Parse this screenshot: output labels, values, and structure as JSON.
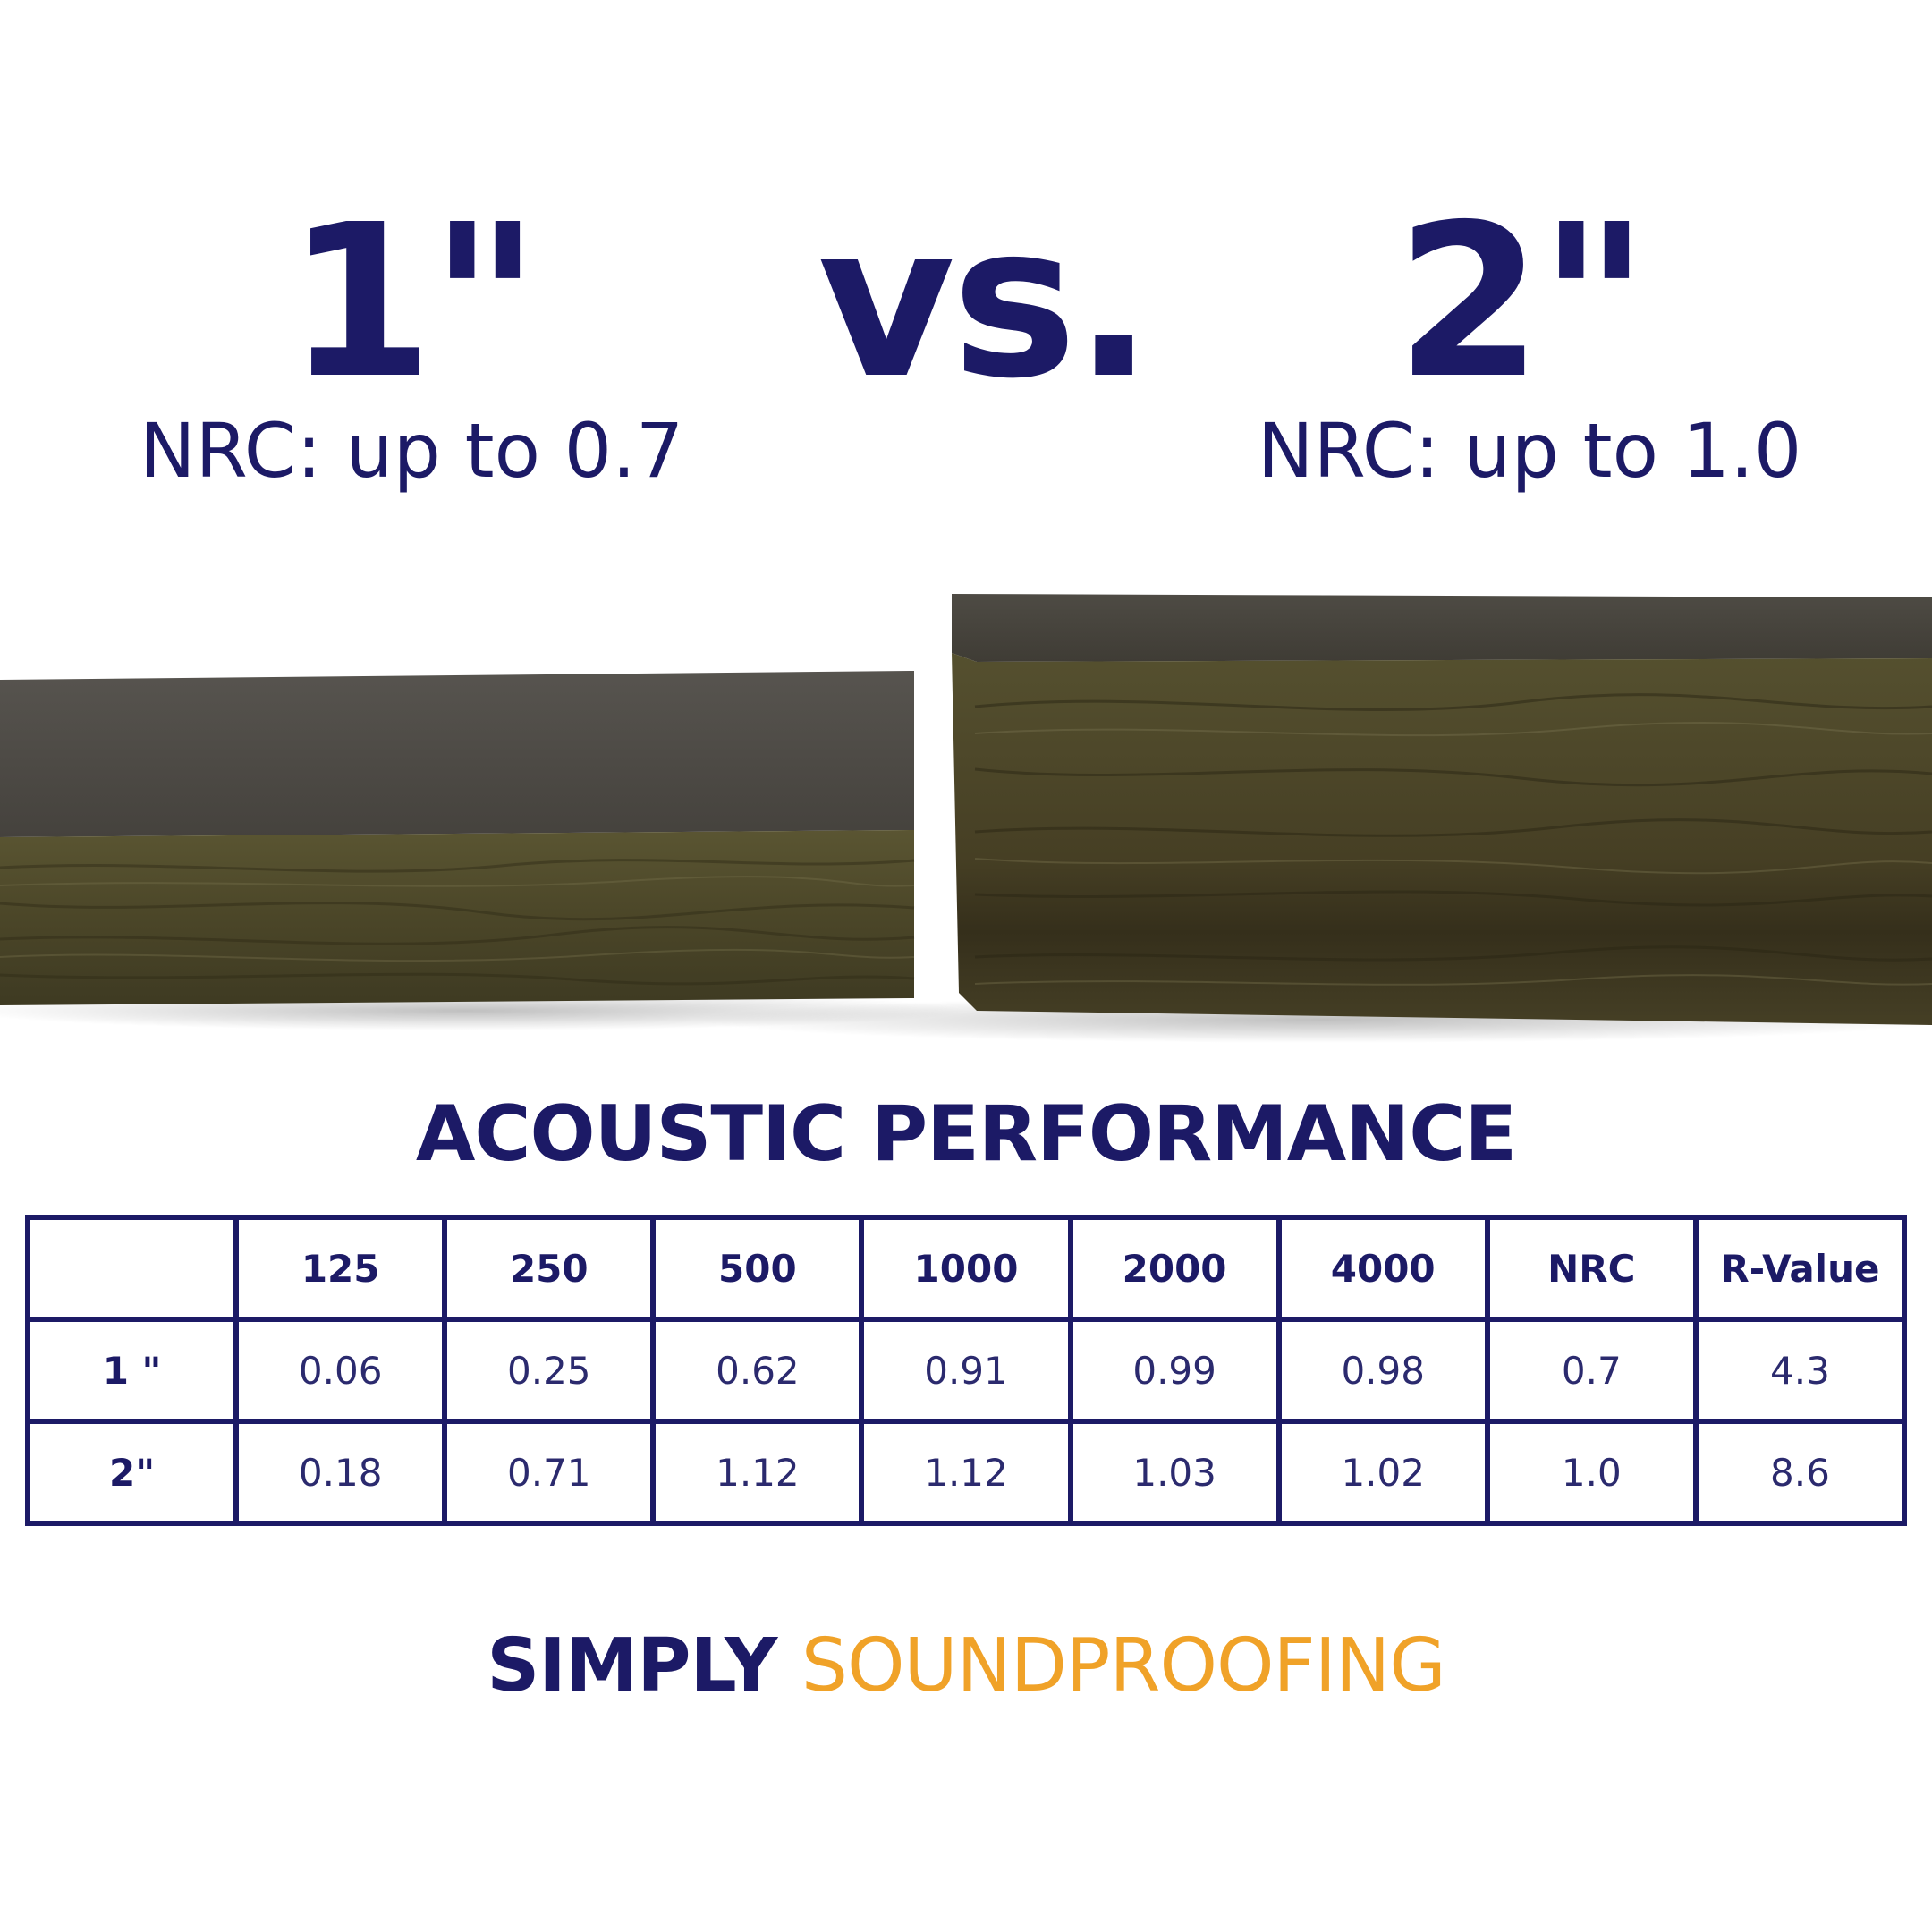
{
  "headline": {
    "left_size": "1\"",
    "vs": "vs.",
    "right_size": "2\"",
    "left_nrc": "NRC: up to 0.7",
    "right_nrc": "NRC: up to 1.0"
  },
  "section_title": "ACOUSTIC PERFORMANCE",
  "table": {
    "headers": [
      "",
      "125",
      "250",
      "500",
      "1000",
      "2000",
      "4000",
      "NRC",
      "R-Value"
    ],
    "rows": [
      {
        "label": "1 \"",
        "values": [
          "0.06",
          "0.25",
          "0.62",
          "0.91",
          "0.99",
          "0.98",
          "0.7",
          "4.3"
        ]
      },
      {
        "label": "2\"",
        "values": [
          "0.18",
          "0.71",
          "1.12",
          "1.12",
          "1.03",
          "1.02",
          "1.0",
          "8.6"
        ]
      }
    ]
  },
  "brand": {
    "first": "SIMPLY",
    "second": "SOUNDPROOFING"
  },
  "colors": {
    "navy": "#1c1a66",
    "orange": "#f0a228",
    "panel_top": "#4c4a44",
    "panel_side": "#4e4a2c"
  }
}
